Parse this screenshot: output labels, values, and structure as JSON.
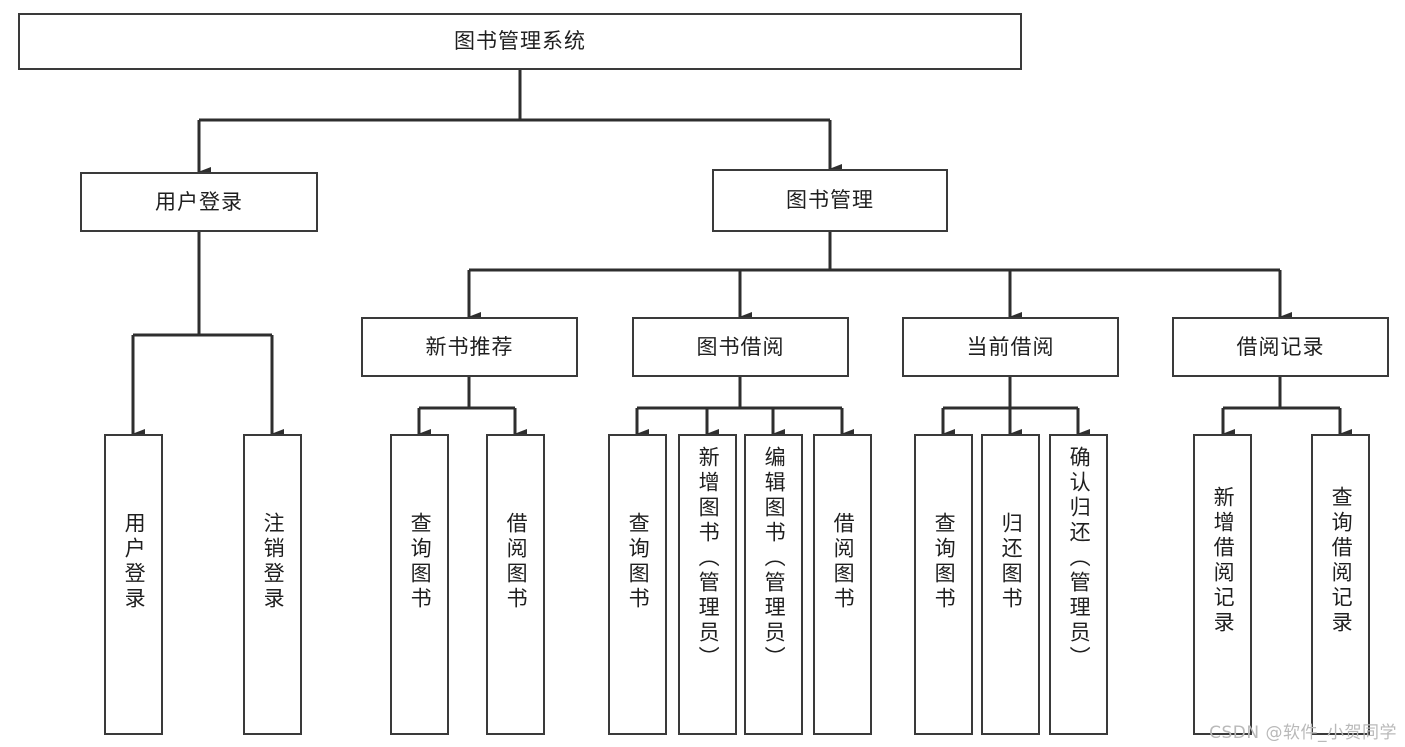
{
  "diagram": {
    "title": "图书管理系统",
    "type": "tree",
    "orientation": "top-down",
    "colors": {
      "box_border": "#3a3a3a",
      "box_fill": "#ffffff",
      "line": "#2e2e2e",
      "text": "#1f1f1f",
      "watermark": "#b9b9b9"
    },
    "root": {
      "id": "root",
      "label": "图书管理系统"
    },
    "level2": [
      {
        "id": "user-login",
        "label": "用户登录"
      },
      {
        "id": "book-manage",
        "label": "图书管理"
      }
    ],
    "level3": [
      {
        "id": "new-book-rec",
        "label": "新书推荐",
        "parent": "book-manage"
      },
      {
        "id": "book-borrow",
        "label": "图书借阅",
        "parent": "book-manage"
      },
      {
        "id": "current-borrow",
        "label": "当前借阅",
        "parent": "book-manage"
      },
      {
        "id": "borrow-record",
        "label": "借阅记录",
        "parent": "book-manage"
      }
    ],
    "leaves": [
      {
        "id": "leaf-user-login",
        "label": "用户登录",
        "parent": "user-login"
      },
      {
        "id": "leaf-user-logout",
        "label": "注销登录",
        "parent": "user-login"
      },
      {
        "id": "leaf-query-book-1",
        "label": "查询图书",
        "parent": "new-book-rec"
      },
      {
        "id": "leaf-borrow-book-1",
        "label": "借阅图书",
        "parent": "new-book-rec"
      },
      {
        "id": "leaf-query-book-2",
        "label": "查询图书",
        "parent": "book-borrow"
      },
      {
        "id": "leaf-add-book",
        "label": "新增图书（管理员）",
        "parent": "book-borrow"
      },
      {
        "id": "leaf-edit-book",
        "label": "编辑图书（管理员）",
        "parent": "book-borrow"
      },
      {
        "id": "leaf-borrow-book-2",
        "label": "借阅图书",
        "parent": "book-borrow"
      },
      {
        "id": "leaf-query-book-3",
        "label": "查询图书",
        "parent": "current-borrow"
      },
      {
        "id": "leaf-return-book",
        "label": "归还图书",
        "parent": "current-borrow"
      },
      {
        "id": "leaf-confirm-return",
        "label": "确认归还（管理员）",
        "parent": "current-borrow"
      },
      {
        "id": "leaf-add-record",
        "label": "新增借阅记录",
        "parent": "borrow-record"
      },
      {
        "id": "leaf-query-record",
        "label": "查询借阅记录",
        "parent": "borrow-record"
      }
    ]
  },
  "watermark": {
    "text": "CSDN @软件_小贺同学"
  }
}
